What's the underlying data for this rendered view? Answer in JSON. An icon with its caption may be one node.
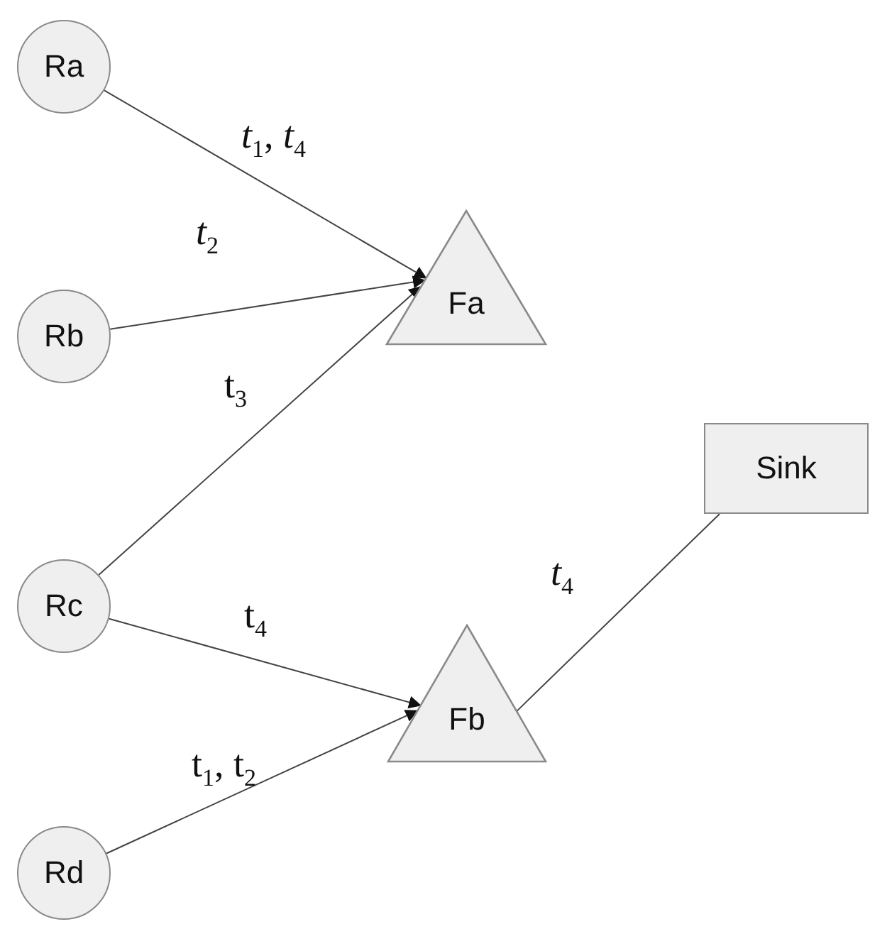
{
  "diagram": {
    "nodes": [
      {
        "text": [
          "Ra"
        ]
      },
      {
        "text": [
          "Rb"
        ]
      },
      {
        "text": [
          "Rc"
        ]
      },
      {
        "text": [
          "Rd"
        ]
      },
      {
        "text": [
          "Fa"
        ]
      },
      {
        "text": [
          "Fb"
        ]
      },
      {
        "text": [
          "Sink"
        ]
      }
    ],
    "edges": [
      {
        "from": 0,
        "to": 4,
        "arrow": "to",
        "label": "*t*$_{1}$, *t*$_{4}$"
      },
      {
        "from": 1,
        "to": 4,
        "arrow": "to",
        "label": "*t*$_{2}$"
      },
      {
        "from": 2,
        "to": 4,
        "arrow": "to",
        "label": "t$_{3}$"
      },
      {
        "from": 2,
        "to": 5,
        "arrow": "to",
        "label": "t$_{4}$"
      },
      {
        "from": 3,
        "to": 5,
        "arrow": "to",
        "label": "t$_{1}$, t$_{2}$"
      },
      {
        "from": 5,
        "to": 6,
        "arrow": "none",
        "label": "*t*$_{4}$"
      }
    ]
  }
}
